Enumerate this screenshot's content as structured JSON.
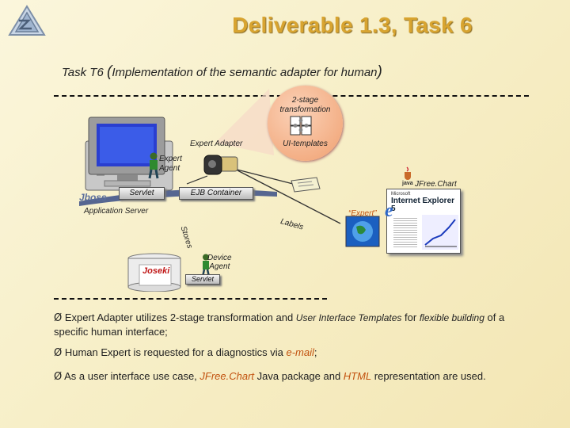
{
  "title": "Deliverable 1.3, Task 6",
  "subtitle": {
    "task": "Task T6",
    "open_paren": "(",
    "text": "Implementation of the semantic adapter for human",
    "close_paren": ")"
  },
  "diagram": {
    "two_stage_line1": "2-stage",
    "two_stage_line2": "transformation",
    "ui_templates": "UI-templates",
    "expert_adapter": "Expert Adapter",
    "expert_agent_line1": "Expert",
    "expert_agent_line2": "Agent",
    "jboss": "Jboss",
    "servlet": "Servlet",
    "ejb_container": "EJB Container",
    "application_server": "Application Server",
    "labels": "Labels",
    "stores": "Stores",
    "jfreechart": "JFree.Chart",
    "java": "java",
    "expert_quoted": "“Expert”",
    "ie_brand": "Microsoft",
    "ie_name": "Internet Explorer 5",
    "device_agent_line1": "Device",
    "device_agent_line2": "Agent",
    "servlet_bottom": "Servlet",
    "joseki": "Joseki"
  },
  "bullets": [
    {
      "marker": "Ø",
      "part1": "Expert Adapter utilizes 2-stage transformation and ",
      "italic1": "User Interface Templates",
      "part2": " for ",
      "italic2": "flexible building",
      "part3": " of a specific human interface;"
    },
    {
      "marker": "Ø",
      "part1": "Human Expert is requested for a diagnostics via ",
      "orange1": "e-mail",
      "part2": ";"
    },
    {
      "marker": "Ø",
      "part1": "As a user interface use case, ",
      "orange1": "JFree.Chart",
      "part2": " Java package and ",
      "orange2": "HTML",
      "part3": " representation are used."
    }
  ],
  "colors": {
    "title": "#d8a430",
    "accent_orange": "#c2520f",
    "background": "#f7efc8"
  }
}
